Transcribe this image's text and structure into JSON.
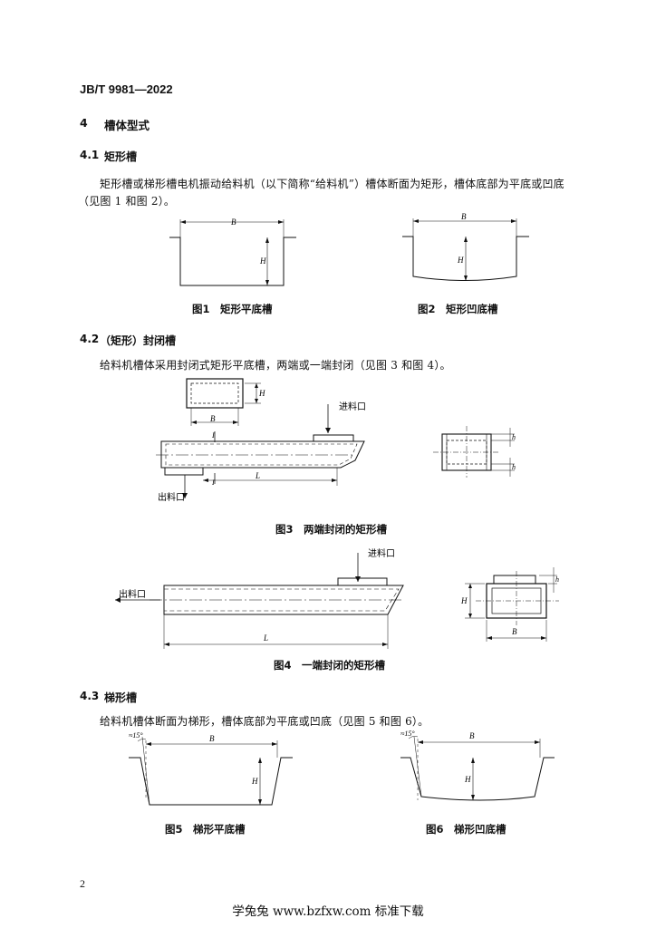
{
  "header": {
    "standard": "JB/T 9981—2022"
  },
  "section4": {
    "num": "4",
    "title": "槽体型式"
  },
  "s41": {
    "num": "4.1",
    "title": "矩形槽",
    "p1": "矩形槽或梯形槽电机振动给料机（以下简称“给料机”）槽体断面为矩形，槽体底部为平底或凹底",
    "p2": "（见图 1 和图 2）。"
  },
  "s42": {
    "num": "4.2",
    "title": "（矩形）封闭槽",
    "p1": "给料机槽体采用封闭式矩形平底槽，两端或一端封闭（见图 3 和图 4）。"
  },
  "s43": {
    "num": "4.3",
    "title": "梯形槽",
    "p1": "给料机槽体断面为梯形，槽体底部为平底或凹底（见图 5 和图 6）。"
  },
  "labels": {
    "B": "B",
    "H": "H",
    "h": "h",
    "L": "L",
    "sec": "I",
    "inlet": "进料口",
    "outlet": "出料口",
    "angle": "≈15°"
  },
  "captions": {
    "fig1": "图1　矩形平底槽",
    "fig2": "图2　矩形凹底槽",
    "fig3": "图3　两端封闭的矩形槽",
    "fig4": "图4　一端封闭的矩形槽",
    "fig5": "图5　梯形平底槽",
    "fig6": "图6　梯形凹底槽"
  },
  "page": {
    "number": "2"
  },
  "footer": {
    "text": "学兔兔 www.bzfxw.com 标准下载"
  }
}
